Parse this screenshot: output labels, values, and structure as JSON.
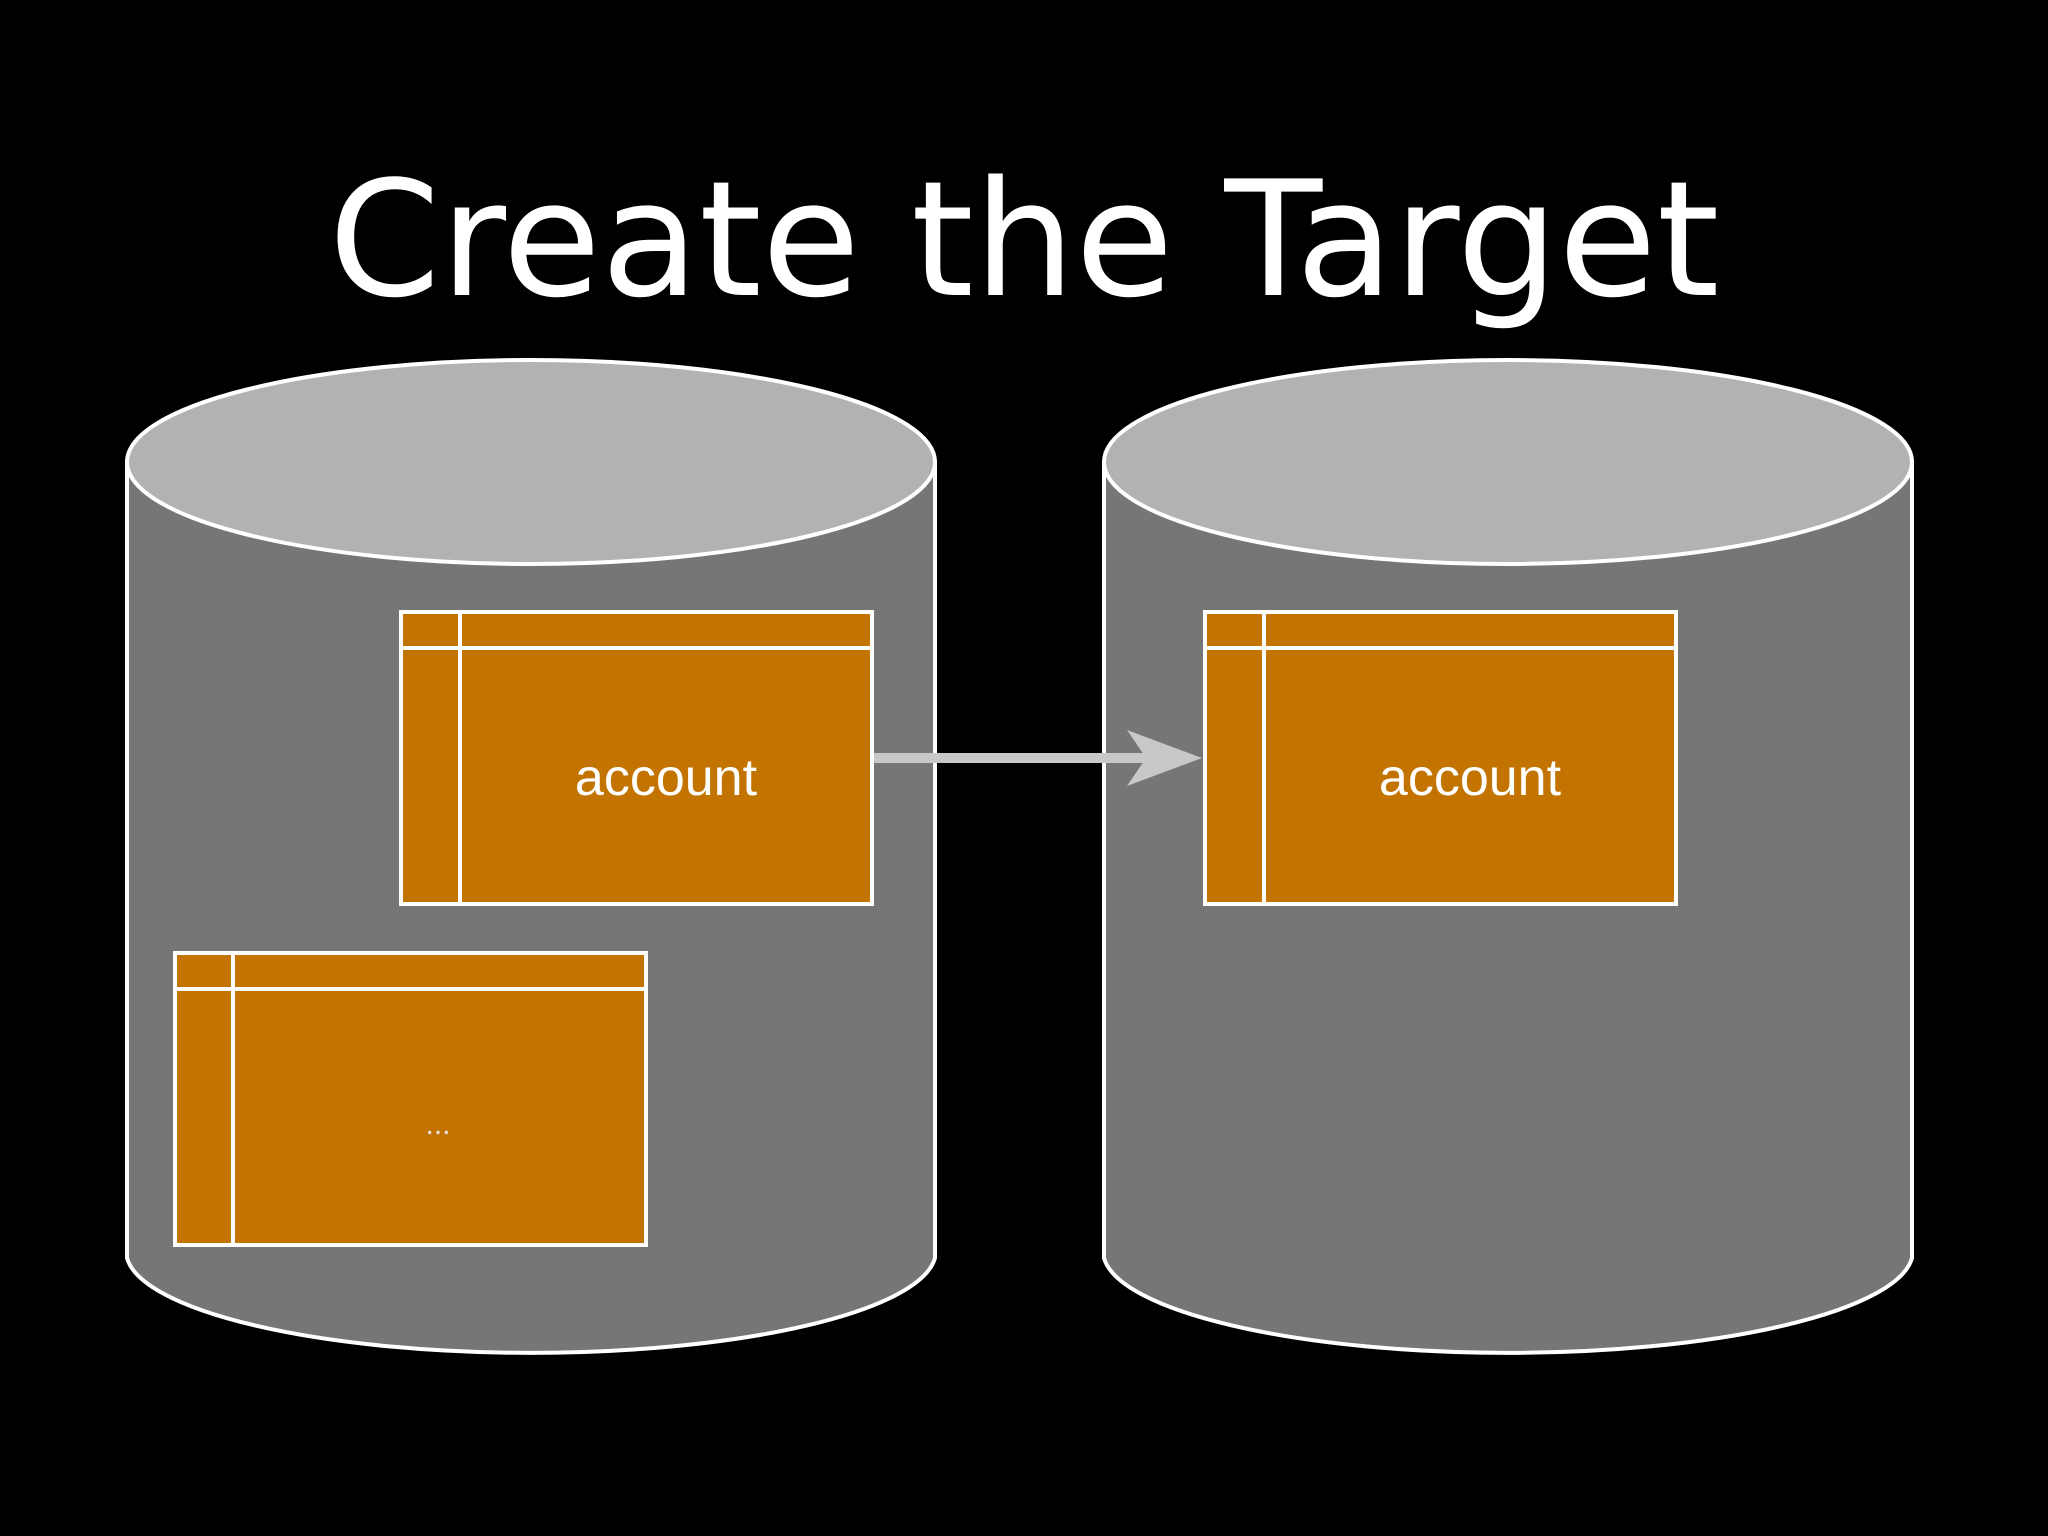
{
  "slide": {
    "title": "Create the Target"
  },
  "colors": {
    "background": "#000000",
    "cylinder_body": "#777677",
    "cylinder_top": "#b2b2b2",
    "outline": "#ffffff",
    "table_fill": "#c27300",
    "arrow": "#c8c8c8"
  },
  "source_database": {
    "tables": [
      {
        "label": "account"
      },
      {
        "label": "..."
      }
    ]
  },
  "target_database": {
    "tables": [
      {
        "label": "account"
      }
    ]
  },
  "arrow": {
    "from": "source_database.account",
    "to": "target_database.account"
  }
}
